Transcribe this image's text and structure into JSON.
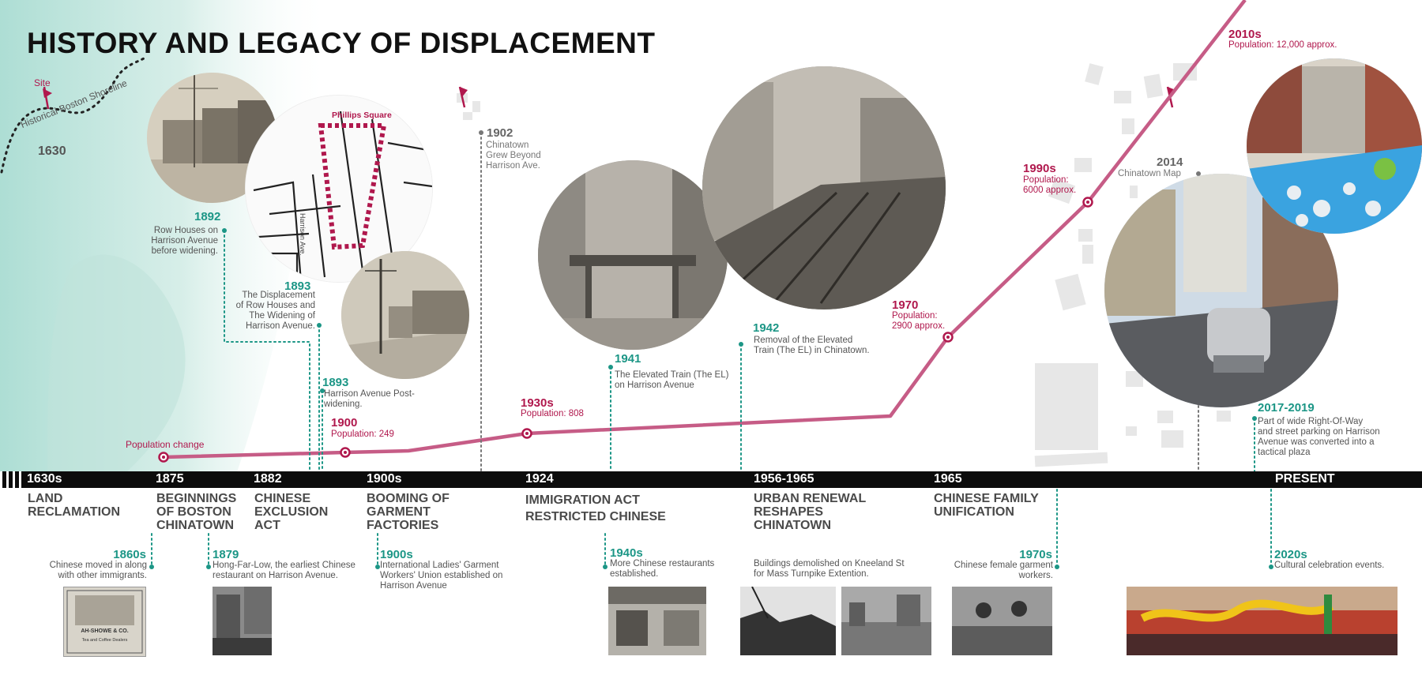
{
  "title": "HISTORY AND LEGACY OF DISPLACEMENT",
  "colors": {
    "teal": "#1c9686",
    "magenta": "#b0184d",
    "line": "#c65c86",
    "bar": "#0c0c0c"
  },
  "map": {
    "site": "Site",
    "shoreline": "Historical Boston Shoreline",
    "year": "1630",
    "phillips": "Phillips Square",
    "harrison": "Harrison Ave.",
    "chinatown_year": "2014",
    "chinatown_map": "Chinatown Map"
  },
  "upper": [
    {
      "year": "1892",
      "text": [
        "Row Houses on",
        "Harrison Avenue",
        "before widening."
      ]
    },
    {
      "year": "1893",
      "text": [
        "The Displacement",
        "of Row Houses  and",
        "The Widening of",
        "Harrison Avenue."
      ]
    },
    {
      "year": "1893",
      "text": [
        "Harrison Avenue Post-",
        "widening."
      ]
    },
    {
      "year": "1902",
      "text": [
        "Chinatown",
        "Grew Beyond",
        "Harrison Ave."
      ]
    },
    {
      "year": "1941",
      "text": [
        "The Elevated Train (The EL)",
        "on Harrison Avenue"
      ]
    },
    {
      "year": "1942",
      "text": [
        "Removal of the Elevated",
        "Train (The EL) in Chinatown."
      ]
    },
    {
      "year": "2017-2019",
      "text": [
        "Part of wide Right-Of-Way",
        "and street parking on Harrison",
        "Avenue was converted into a",
        "tactical plaza"
      ]
    }
  ],
  "population": {
    "label": "Population change",
    "points": [
      {
        "year": "1900",
        "text": "Population: 249"
      },
      {
        "year": "1930s",
        "text": "Population: 808"
      },
      {
        "year": "1970",
        "text": [
          "Population:",
          "2900 approx."
        ]
      },
      {
        "year": "1990s",
        "text": [
          "Population:",
          "6000 approx."
        ]
      },
      {
        "year": "2010s",
        "text": "Population: 12,000 approx."
      }
    ]
  },
  "bar": [
    "1630s",
    "1875",
    "1882",
    "1900s",
    "1924",
    "1956-1965",
    "1965",
    "PRESENT"
  ],
  "events": [
    [
      "LAND",
      "RECLAMATION"
    ],
    [
      "BEGINNINGS",
      "OF BOSTON",
      "CHINATOWN"
    ],
    [
      "CHINESE",
      "EXCLUSION",
      "ACT"
    ],
    [
      "BOOMING OF",
      "GARMENT",
      "FACTORIES"
    ],
    [
      "IMMIGRATION ACT",
      "RESTRICTED CHINESE"
    ],
    [
      "URBAN RENEWAL",
      "RESHAPES",
      "CHINATOWN"
    ],
    [
      "CHINESE FAMILY",
      "UNIFICATION"
    ]
  ],
  "lower": [
    {
      "year": "1860s",
      "text": [
        "Chinese moved in along",
        "with other immigrants."
      ]
    },
    {
      "year": "1879",
      "text": [
        "Hong-Far-Low, the earliest Chinese",
        "restaurant on Harrison Avenue."
      ]
    },
    {
      "year": "1900s",
      "text": [
        "International Ladies' Garment",
        "Workers' Union established on",
        "Harrison Avenue"
      ]
    },
    {
      "year": "1940s",
      "text": [
        "More Chinese restaurants",
        "established."
      ]
    },
    {
      "year": "",
      "text": [
        "Buildings demolished on Kneeland St",
        "for Mass Turnpike Extention."
      ]
    },
    {
      "year": "1970s",
      "text": [
        "Chinese female garment",
        "workers."
      ]
    },
    {
      "year": "2020s",
      "text": [
        "Cultural celebration events."
      ]
    }
  ],
  "poster": {
    "line1": "AH-SHOWE & CO.",
    "line2": "Tea and Coffee Dealers"
  }
}
